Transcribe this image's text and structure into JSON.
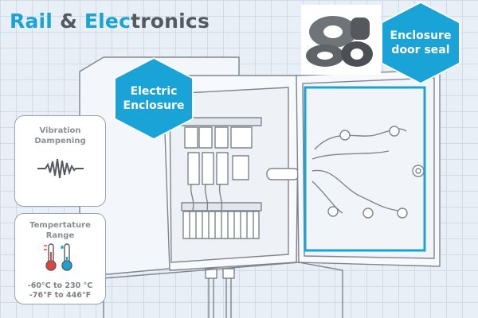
{
  "header": {
    "title_parts": [
      {
        "text": "Rail",
        "color": "#1aa3d6"
      },
      {
        "text": " & ",
        "color": "#555a60"
      },
      {
        "text": "Elec",
        "color": "#1aa3d6"
      },
      {
        "text": "tronics",
        "color": "#555a60"
      }
    ]
  },
  "callouts": {
    "electric_enclosure": "Electric\nEnclosure",
    "door_seal": "Enclosure\ndoor seal"
  },
  "cards": {
    "vibration": {
      "title": "Vibration\nDampening",
      "icon": "vibration-waveform-icon"
    },
    "temperature": {
      "title": "Tempertature\nRange",
      "icon": "thermometer-icon",
      "range_celsius": "-60°C to 230 °C",
      "range_fahrenheit": "-76°F to 446°F"
    }
  },
  "colors": {
    "accent": "#1aa3d6",
    "hot": "#e0443e",
    "outline": "#7e858d",
    "background": "#e9eff6"
  }
}
